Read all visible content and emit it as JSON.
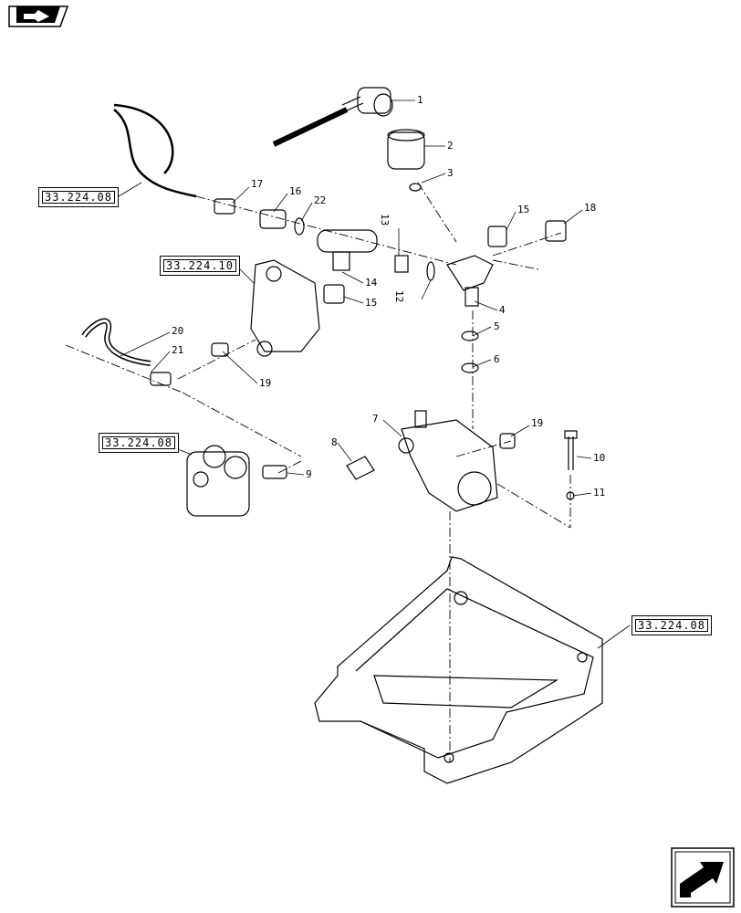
{
  "references": {
    "ref_a": "33.224.08",
    "ref_b": "33.224.10",
    "ref_c": "33.224.08",
    "ref_d": "33.224.08"
  },
  "callouts": [
    "1",
    "2",
    "3",
    "4",
    "5",
    "6",
    "7",
    "8",
    "9",
    "10",
    "11",
    "12",
    "13",
    "14",
    "15",
    "15",
    "16",
    "17",
    "18",
    "19",
    "19",
    "20",
    "21",
    "22"
  ],
  "icons": {
    "top": "page-navigation-icon",
    "bottom": "next-page-arrow-icon"
  }
}
